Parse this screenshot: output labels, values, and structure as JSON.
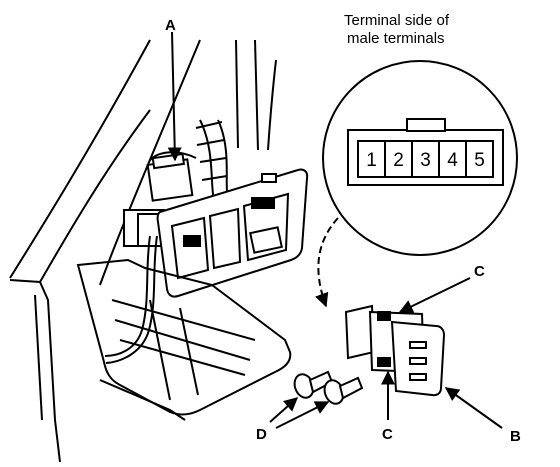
{
  "caption": {
    "line1": "Terminal side of",
    "line2": "male terminals"
  },
  "terminals": [
    "1",
    "2",
    "3",
    "4",
    "5"
  ],
  "callouts": {
    "a": "A",
    "b": "B",
    "c_top": "C",
    "c_bottom": "C",
    "d": "D"
  }
}
